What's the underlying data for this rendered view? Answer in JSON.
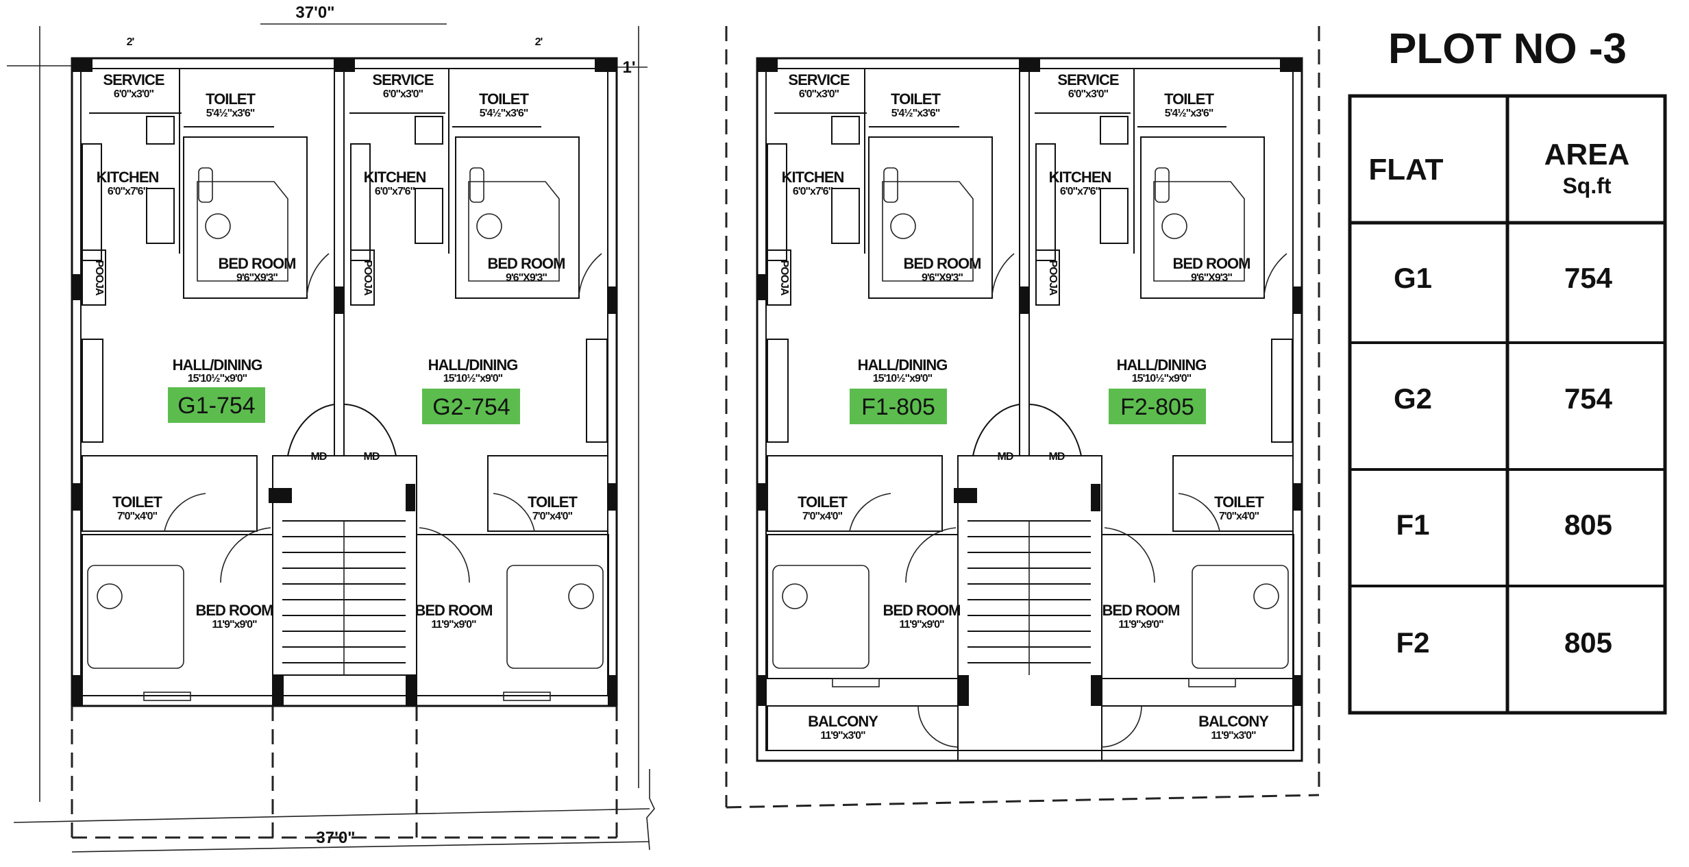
{
  "title": "PLOT NO -3",
  "colors": {
    "flat_tag": "#5cbd4e",
    "line": "#111111",
    "background": "#ffffff"
  },
  "site": {
    "top_dimension": "37'0\"",
    "bottom_dimension": "37'0\"",
    "setback_label": "1'",
    "small_dim_label": "2'"
  },
  "ground_floor": {
    "units": [
      {
        "tag": "G1-754",
        "rooms": {
          "service": {
            "name": "SERVICE",
            "size": "6'0\"x3'0\""
          },
          "toilet_top": {
            "name": "TOILET",
            "size": "5'4½\"x3'6\""
          },
          "kitchen": {
            "name": "KITCHEN",
            "size": "6'0\"x7'6\""
          },
          "pooja": {
            "name": "POOJA"
          },
          "bedroom_top": {
            "name": "BED ROOM",
            "size": "9'6\"X9'3\""
          },
          "hall": {
            "name": "HALL/DINING",
            "size": "15'10½\"x9'0\""
          },
          "toilet_bottom": {
            "name": "TOILET",
            "size": "7'0\"x4'0\""
          },
          "bedroom_bottom": {
            "name": "BED ROOM",
            "size": "11'9\"x9'0\""
          },
          "door": "MD"
        }
      },
      {
        "tag": "G2-754",
        "rooms": {
          "service": {
            "name": "SERVICE",
            "size": "6'0\"x3'0\""
          },
          "toilet_top": {
            "name": "TOILET",
            "size": "5'4½\"x3'6\""
          },
          "kitchen": {
            "name": "KITCHEN",
            "size": "6'0\"x7'6\""
          },
          "pooja": {
            "name": "POOJA"
          },
          "bedroom_top": {
            "name": "BED ROOM",
            "size": "9'6\"X9'3\""
          },
          "hall": {
            "name": "HALL/DINING",
            "size": "15'10½\"x9'0\""
          },
          "toilet_bottom": {
            "name": "TOILET",
            "size": "7'0\"x4'0\""
          },
          "bedroom_bottom": {
            "name": "BED ROOM",
            "size": "11'9\"x9'0\""
          },
          "door": "MD"
        }
      }
    ]
  },
  "first_floor": {
    "units": [
      {
        "tag": "F1-805",
        "rooms": {
          "service": {
            "name": "SERVICE",
            "size": "6'0\"x3'0\""
          },
          "toilet_top": {
            "name": "TOILET",
            "size": "5'4½\"x3'6\""
          },
          "kitchen": {
            "name": "KITCHEN",
            "size": "6'0\"x7'6\""
          },
          "pooja": {
            "name": "POOJA"
          },
          "bedroom_top": {
            "name": "BED ROOM",
            "size": "9'6\"X9'3\""
          },
          "hall": {
            "name": "HALL/DINING",
            "size": "15'10½\"x9'0\""
          },
          "toilet_bottom": {
            "name": "TOILET",
            "size": "7'0\"x4'0\""
          },
          "bedroom_bottom": {
            "name": "BED ROOM",
            "size": "11'9\"x9'0\""
          },
          "balcony": {
            "name": "BALCONY",
            "size": "11'9\"x3'0\""
          },
          "door": "MD"
        }
      },
      {
        "tag": "F2-805",
        "rooms": {
          "service": {
            "name": "SERVICE",
            "size": "6'0\"x3'0\""
          },
          "toilet_top": {
            "name": "TOILET",
            "size": "5'4½\"x3'6\""
          },
          "kitchen": {
            "name": "KITCHEN",
            "size": "6'0\"x7'6\""
          },
          "pooja": {
            "name": "POOJA"
          },
          "bedroom_top": {
            "name": "BED ROOM",
            "size": "9'6\"X9'3\""
          },
          "hall": {
            "name": "HALL/DINING",
            "size": "15'10½\"x9'0\""
          },
          "toilet_bottom": {
            "name": "TOILET",
            "size": "7'0\"x4'0\""
          },
          "bedroom_bottom": {
            "name": "BED ROOM",
            "size": "11'9\"x9'0\""
          },
          "balcony": {
            "name": "BALCONY",
            "size": "11'9\"x3'0\""
          },
          "door": "MD"
        }
      }
    ]
  },
  "area_table": {
    "headers": {
      "flat": "FLAT",
      "area": "AREA",
      "area_unit": "Sq.ft"
    },
    "rows": [
      {
        "flat": "G1",
        "area": "754"
      },
      {
        "flat": "G2",
        "area": "754"
      },
      {
        "flat": "F1",
        "area": "805"
      },
      {
        "flat": "F2",
        "area": "805"
      }
    ]
  }
}
